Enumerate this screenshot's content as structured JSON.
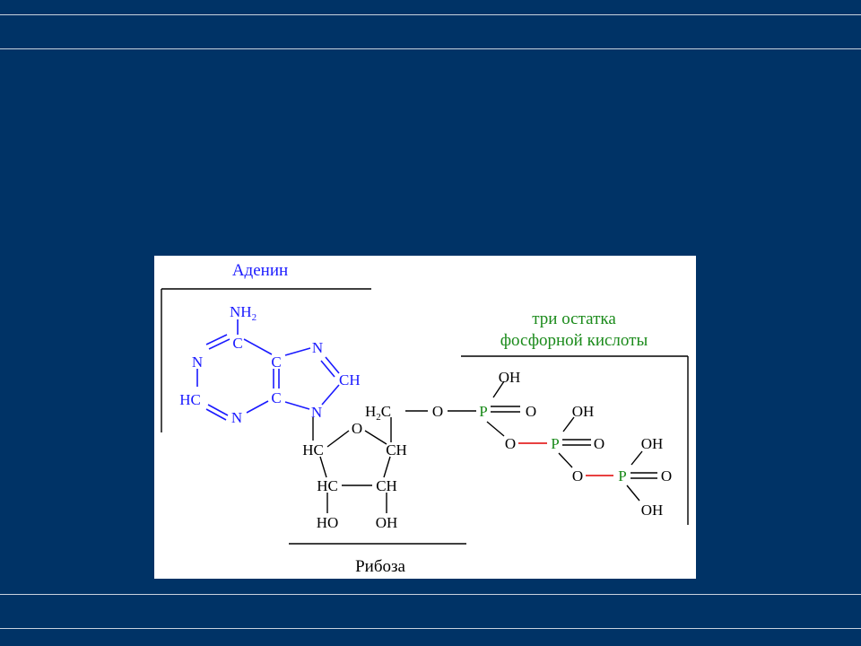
{
  "colors": {
    "background": "#003366",
    "adenine": "#1a1aff",
    "phosphate_label": "#1a8a1a",
    "phosphate_bond": "#e00000",
    "figure_background": "#ffffff"
  },
  "labels": {
    "adenine_title": "Аденин",
    "ribose_title": "Рибоза",
    "phosphate_title_line1": "три остатка",
    "phosphate_title_line2": "фосфорной кислоты"
  },
  "atoms": {
    "nh2": "NH",
    "nh2_sub": "2",
    "c": "C",
    "n": "N",
    "ch": "CH",
    "hc": "HC",
    "o": "O",
    "h2c_h": "H",
    "h2c_sub": "2",
    "h2c_c": "C",
    "oh": "OH",
    "ho": "HO",
    "p": "P"
  }
}
